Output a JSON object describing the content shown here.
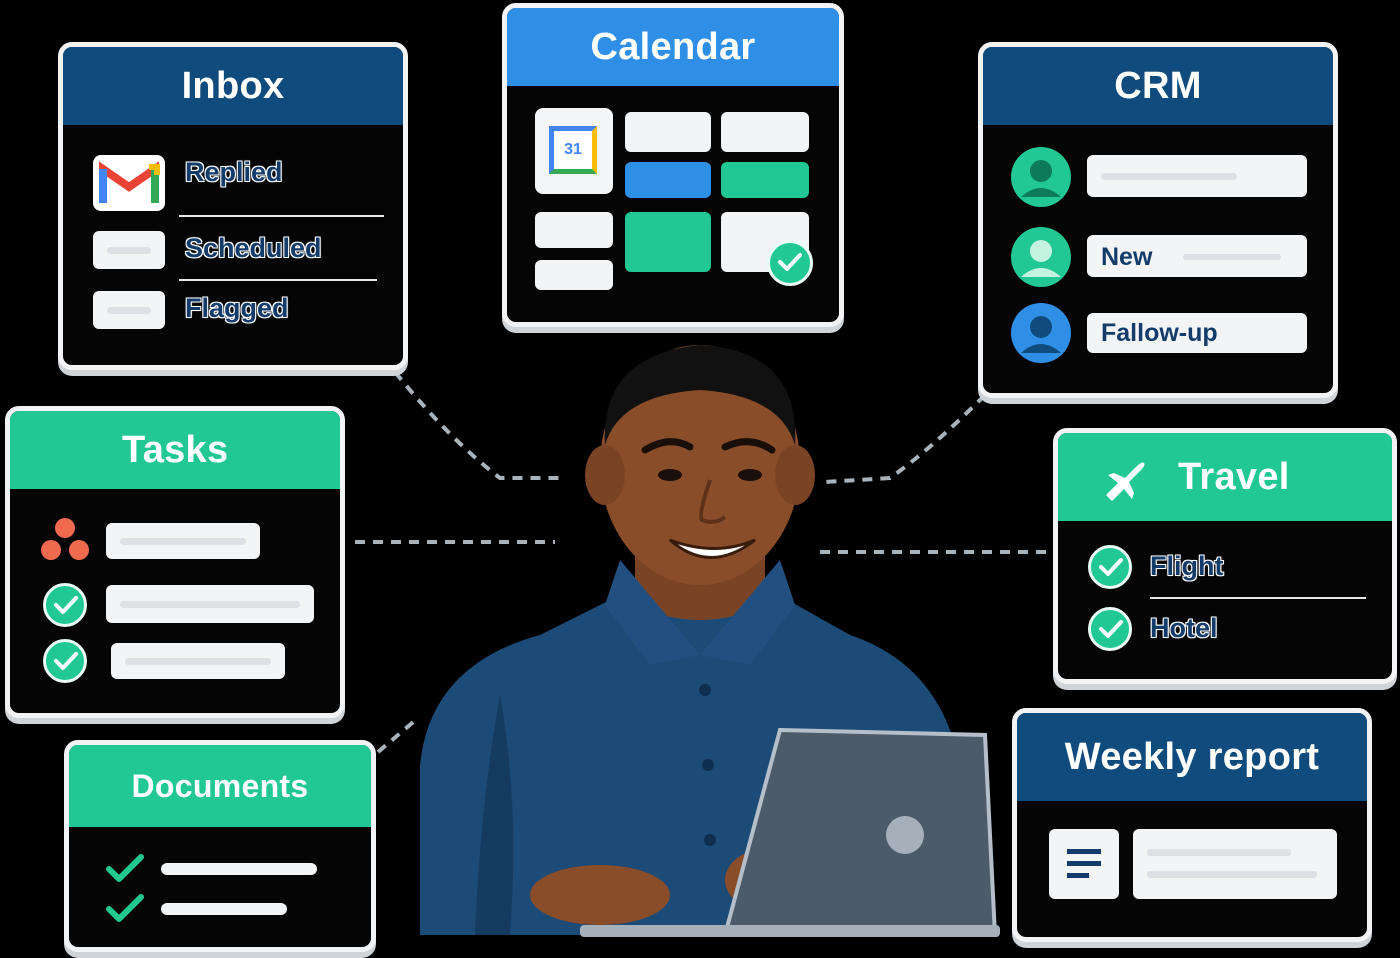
{
  "inbox": {
    "title": "Inbox",
    "items": [
      {
        "label": "Replied",
        "icon": "gmail-icon"
      },
      {
        "label": "Scheduled"
      },
      {
        "label": "Flagged"
      }
    ]
  },
  "calendar": {
    "title": "Calendar",
    "icon": "google-calendar-icon",
    "icon_text": "31"
  },
  "crm": {
    "title": "CRM",
    "contacts": [
      {
        "label": ""
      },
      {
        "label": "New"
      },
      {
        "label": "Fallow-up"
      }
    ]
  },
  "tasks": {
    "title": "Tasks",
    "icon": "asana-icon"
  },
  "travel": {
    "title": "Travel",
    "icon": "airplane-icon",
    "items": [
      {
        "label": "Flight"
      },
      {
        "label": "Hotel"
      }
    ]
  },
  "documents": {
    "title": "Documents"
  },
  "weekly_report": {
    "title": "Weekly report"
  },
  "colors": {
    "navy_header": "#0f4c7d",
    "green_header": "#22c893",
    "blue_header": "#2f8fe6",
    "shirt": "#1d4b78"
  }
}
